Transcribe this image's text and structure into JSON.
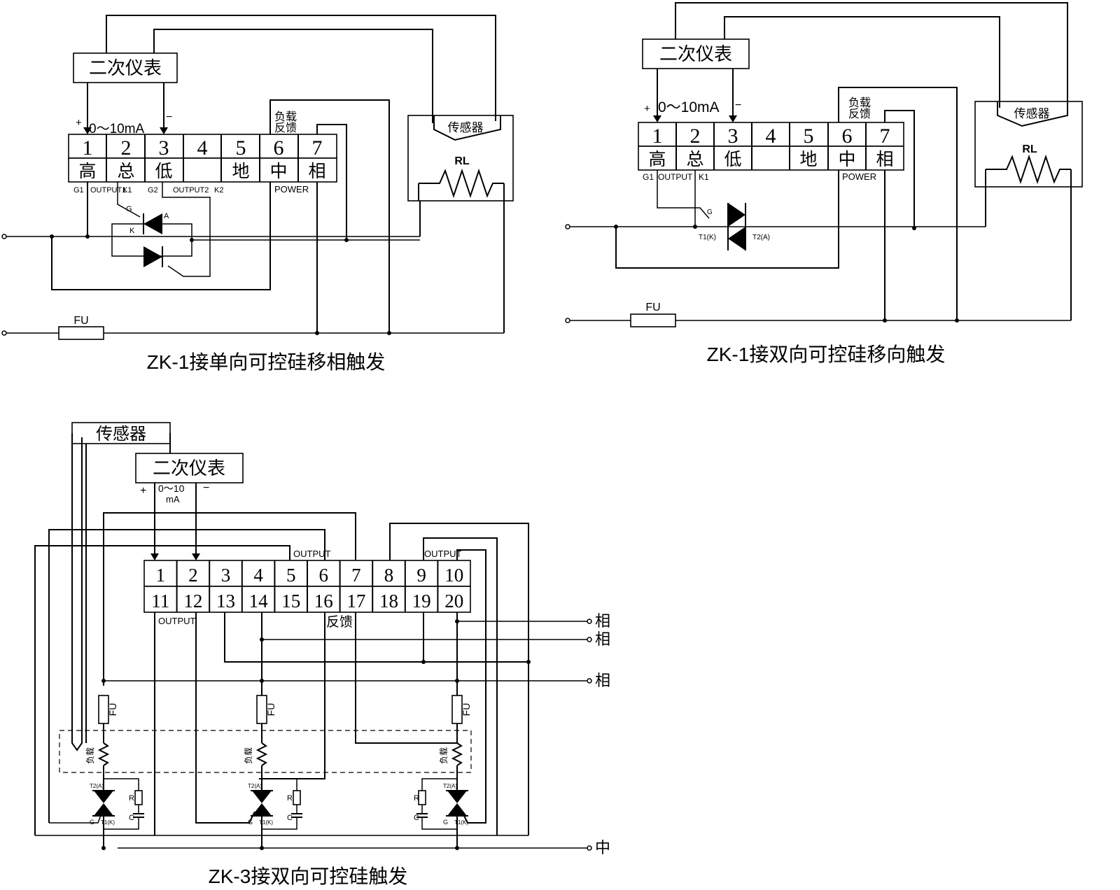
{
  "diagram1": {
    "caption": "ZK-1接单向可控硅移相触发",
    "meter": "二次仪表",
    "sensor": "传感器",
    "signal": "0～10mA",
    "plus": "+",
    "minus": "−",
    "terminals": [
      "1",
      "2",
      "3",
      "4",
      "5",
      "6",
      "7"
    ],
    "functions": [
      "高",
      "总",
      "低",
      "",
      "地",
      "中",
      "相"
    ],
    "feedback1": "负载",
    "feedback2": "反馈",
    "rl": "RL",
    "fu": "FU",
    "pins": [
      "G1",
      "OUTPUT1",
      "K1",
      "G2",
      "OUTPUT2",
      "K2",
      "POWER"
    ],
    "scr_g": "G",
    "scr_k": "K",
    "scr_a": "A"
  },
  "diagram2": {
    "caption": "ZK-1接双向可控硅移向触发",
    "meter": "二次仪表",
    "sensor": "传感器",
    "signal": "0～10mA",
    "plus": "+",
    "minus": "−",
    "terminals": [
      "1",
      "2",
      "3",
      "4",
      "5",
      "6",
      "7"
    ],
    "functions": [
      "高",
      "总",
      "低",
      "",
      "地",
      "中",
      "相"
    ],
    "feedback1": "负载",
    "feedback2": "反馈",
    "rl": "RL",
    "fu": "FU",
    "pins": [
      "G1",
      "OUTPUT",
      "K1",
      "POWER"
    ],
    "triac_g": "G",
    "triac_t1": "T1(K)",
    "triac_t2": "T2(A)"
  },
  "diagram3": {
    "caption": "ZK-3接双向可控硅触发",
    "sensor": "传感器",
    "meter": "二次仪表",
    "signal1": "0～10",
    "signal2": "mA",
    "plus": "+",
    "minus": "−",
    "top_row": [
      "1",
      "2",
      "3",
      "4",
      "5",
      "6",
      "7",
      "8",
      "9",
      "10"
    ],
    "bottom_row": [
      "11",
      "12",
      "13",
      "14",
      "15",
      "16",
      "17",
      "18",
      "19",
      "20"
    ],
    "output": "OUTPUT",
    "feedback": "反馈",
    "phase": "相",
    "neutral": "中",
    "fu": "FU",
    "load": "负载",
    "r": "R",
    "c": "C",
    "triac_g": "G",
    "triac_t1": "T1(K)",
    "triac_t2": "T2(A)"
  }
}
